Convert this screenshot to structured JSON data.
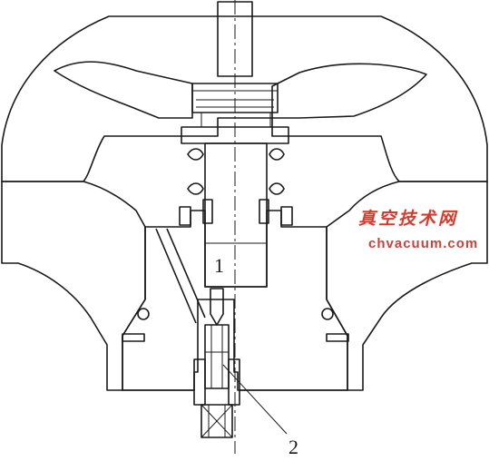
{
  "diagram": {
    "labels": {
      "part_1": "1",
      "part_2": "2"
    },
    "watermark": {
      "chinese": "真空技术网",
      "domain": "chvacuum.com"
    },
    "colors": {
      "line": "#1a1a1a",
      "watermark": "#d63a2a",
      "background": "#ffffff"
    }
  }
}
